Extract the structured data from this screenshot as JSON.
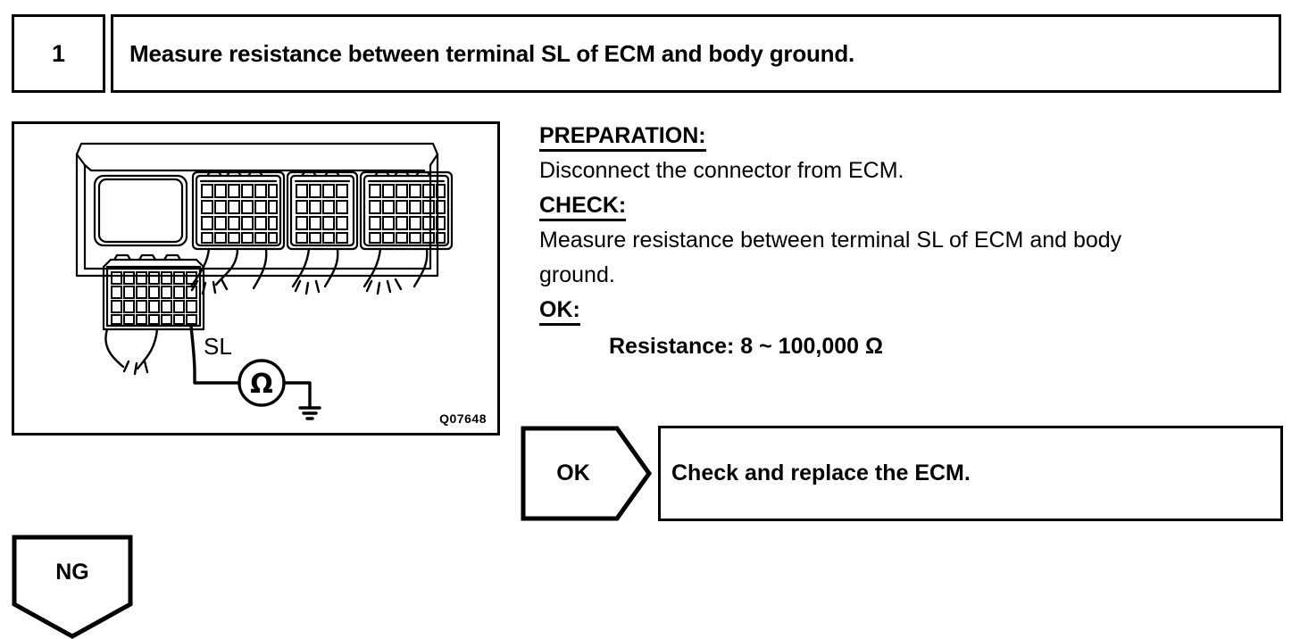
{
  "step": {
    "number": "1",
    "title": "Measure resistance between terminal SL of ECM and body ground."
  },
  "figure": {
    "code": "Q07648",
    "terminal_label": "SL",
    "meter_symbol": "Ω"
  },
  "details": {
    "preparation_heading": "PREPARATION:",
    "preparation_text": "Disconnect the connector from ECM.",
    "check_heading": "CHECK:",
    "check_text": "Measure resistance between terminal SL of ECM and body",
    "check_text_last": "ground.",
    "ok_heading": "OK:",
    "spec": "Resistance: 8 ~ 100,000 Ω"
  },
  "branches": {
    "ok_label": "OK",
    "ok_result": "Check and replace the ECM.",
    "ng_label": "NG"
  }
}
